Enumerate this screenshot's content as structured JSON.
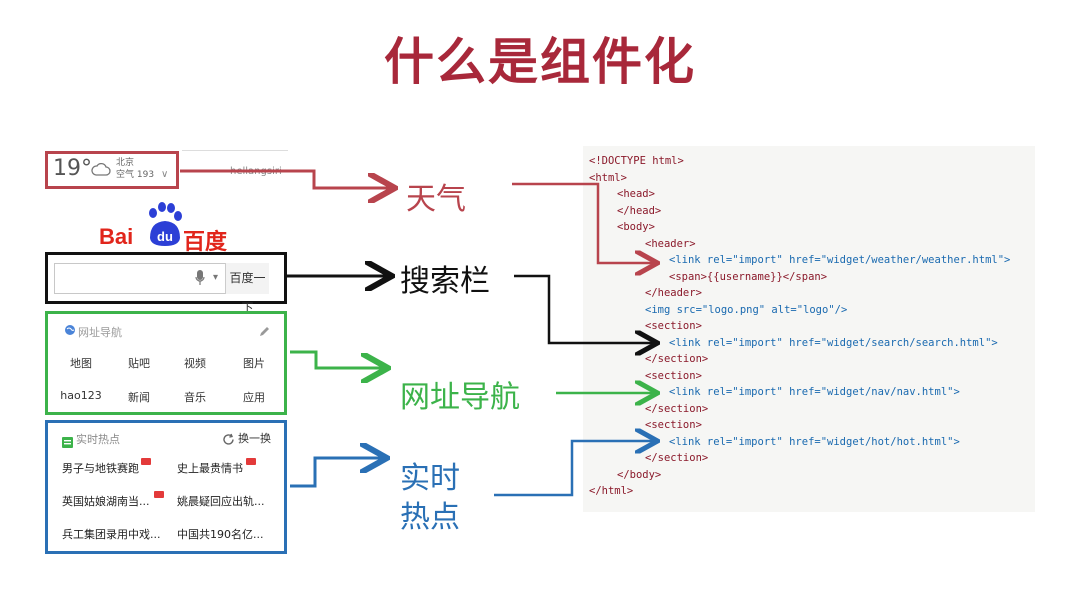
{
  "title": "什么是组件化",
  "weather": {
    "temperature": "19°",
    "city": "北京",
    "aqi": "空气 193",
    "caret": "∨",
    "username_stub": "hellangsiri",
    "icon": "cloud-icon"
  },
  "logo": {
    "left_text": "Bai",
    "paw_text": "du",
    "right_text": "百度"
  },
  "search": {
    "button_label": "百度一下",
    "mic_icon": "microphone-icon",
    "caret": "▾"
  },
  "nav": {
    "header": "网址导航",
    "items": [
      "地图",
      "贴吧",
      "视频",
      "图片",
      "hao123",
      "新闻",
      "音乐",
      "应用"
    ]
  },
  "hot": {
    "header": "实时热点",
    "refresh_label": "换一换",
    "items": [
      "男子与地铁赛跑",
      "史上最贵情书",
      "英国姑娘湖南当...",
      "姚晨疑回应出轨...",
      "兵工集团录用中戏...",
      "中国共190名亿..."
    ]
  },
  "labels": {
    "weather": "天气",
    "search": "搜索栏",
    "nav": "网址导航",
    "hot_line1": "实时",
    "hot_line2": "热点"
  },
  "colors": {
    "title": "#a8283a",
    "weather": "#b8444d",
    "search": "#111111",
    "nav": "#3cb34a",
    "hot": "#2a70b5"
  },
  "code": [
    "<!DOCTYPE html>",
    "<html>",
    "<head>",
    "</head>",
    "<body>",
    "<header>",
    "<link rel=\"import\" href=\"widget/weather/weather.html\">",
    "<span>{{username}}</span>",
    "</header>",
    "<img src=\"logo.png\" alt=\"logo\"/>",
    "<section>",
    "<link rel=\"import\" href=\"widget/search/search.html\">",
    "</section>",
    "<section>",
    "<link rel=\"import\" href=\"widget/nav/nav.html\">",
    "</section>",
    "<section>",
    "<link rel=\"import\" href=\"widget/hot/hot.html\">",
    "</section>",
    "</body>",
    "</html>"
  ]
}
